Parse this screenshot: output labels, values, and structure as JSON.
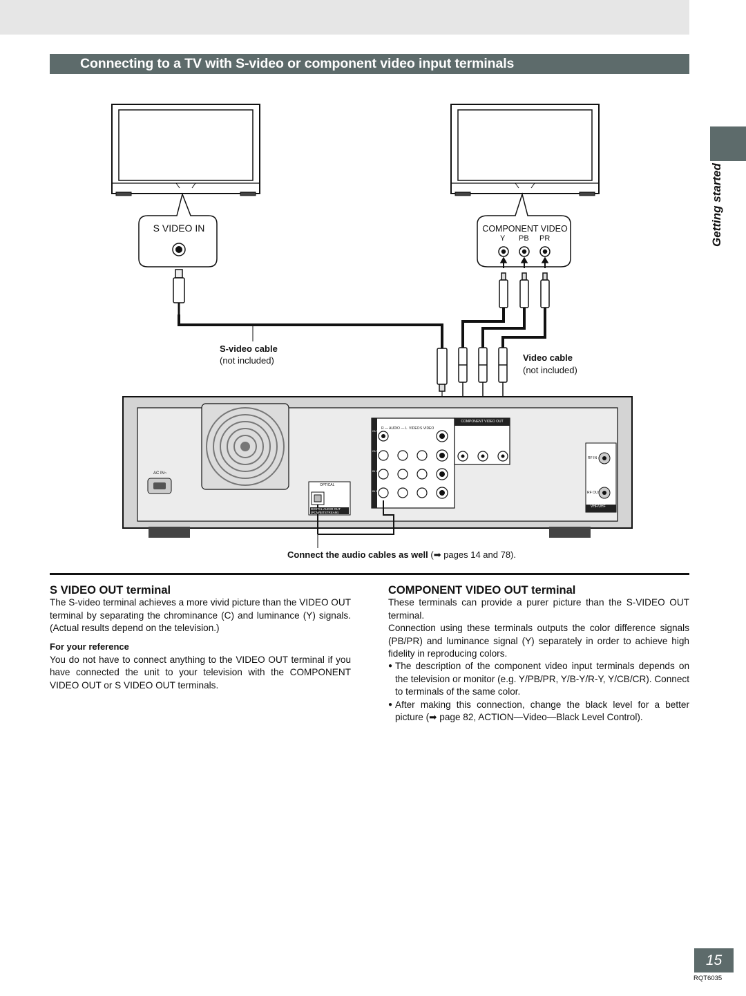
{
  "title": "Connecting to a TV with S-video or component video input terminals",
  "side_tab": "Getting started",
  "diagram": {
    "left_tv_port_label": "S VIDEO IN",
    "right_tv_port_label": "COMPONENT VIDEO",
    "right_tv_port_sublabels": [
      "Y",
      "PB",
      "PR"
    ],
    "svideo_cable_label": "S-video cable",
    "svideo_cable_note": "(not included)",
    "video_cable_label": "Video cable",
    "video_cable_note": "(not included)",
    "recorder_labels": {
      "component_out": "COMPONENT VIDEO OUT",
      "optical": "OPTICAL",
      "digital_audio_out": "DIGITAL AUDIO OUT",
      "pcm_bitstream": "(PCM/BITSTREAM)",
      "ac_in": "AC IN~",
      "rf_in": "RF IN",
      "rf_out": "RF OUT",
      "vhf_uhf": "VHF/UHF",
      "audio_row": "R — AUDIO — L",
      "video": "VIDEO",
      "s_video": "S VIDEO",
      "row_labels": [
        "OUT 1",
        "OUT 2",
        "IN 1",
        "IN 2"
      ]
    },
    "audio_note_bold": "Connect the audio cables as well",
    "audio_note_rest": "(➡ pages 14 and 78)."
  },
  "svideo_section": {
    "heading": "S VIDEO OUT terminal",
    "body": "The S-video terminal achieves a more vivid picture than the VIDEO OUT terminal by separating the chrominance (C) and luminance (Y) signals. (Actual results depend on the television.)",
    "ref_heading": "For your reference",
    "ref_body": "You do not have to connect anything to the VIDEO OUT terminal if you have connected the unit to your television with the COMPONENT VIDEO OUT or S VIDEO OUT terminals."
  },
  "component_section": {
    "heading": "COMPONENT VIDEO OUT terminal",
    "p1": "These terminals can provide a purer picture than the S-VIDEO OUT terminal.",
    "p2": "Connection using these terminals outputs the color difference signals (PB/PR) and luminance signal (Y) separately in order to achieve high fidelity in reproducing colors.",
    "bullets": [
      "The description of the component video input terminals depends on the television or monitor (e.g. Y/PB/PR, Y/B-Y/R-Y, Y/CB/CR). Connect to terminals of the same color.",
      "After making this connection, change the black level for a better picture (➡ page 82, ACTION—Video—Black Level Control)."
    ]
  },
  "page_number": "15",
  "model_code": "RQT6035"
}
